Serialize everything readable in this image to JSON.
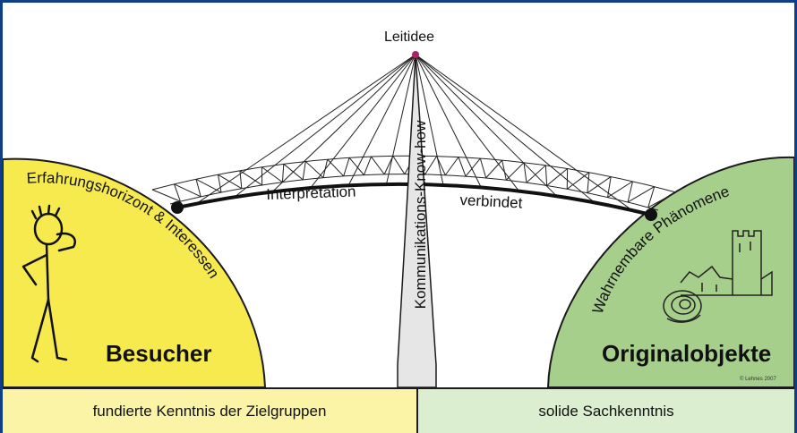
{
  "diagram": {
    "top_label": "Leitidee",
    "mast_label": "Kommunikations-Know-how",
    "deck_left_label": "Interpretation",
    "deck_right_label": "verbindet",
    "left_arc_label": "Erfahrungshorizont & Interessen",
    "right_arc_label": "Wahrnembare Phänomene",
    "left_title": "Besucher",
    "right_title": "Originalobjekte",
    "footer_left": "fundierte Kenntnis der Zielgruppen",
    "footer_right": "solide Sachkenntnis",
    "copyright": "© Lehnes 2007"
  },
  "colors": {
    "frame": "#0f3d86",
    "left_hill": "#f6ea4e",
    "right_hill": "#a7cf8c",
    "footer_left": "#fbf3a6",
    "footer_right": "#dbeecf",
    "mast": "#e6e6e6",
    "apex_dot": "#b0206a"
  },
  "icons": [
    "stick-figure-icon",
    "castle-ruin-icon",
    "snail-fossil-icon"
  ]
}
